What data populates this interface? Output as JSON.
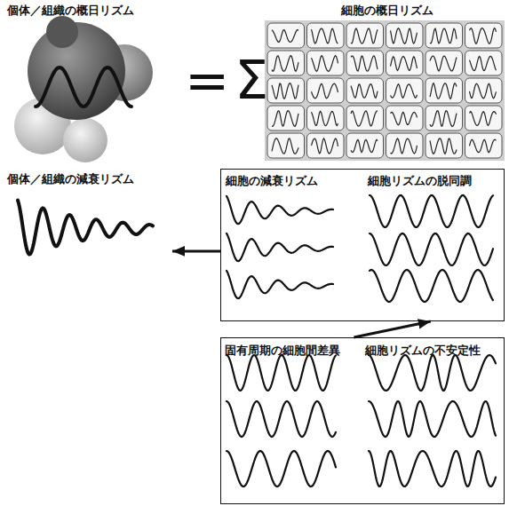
{
  "diagram": {
    "nodes": [
      {
        "text": [
          "個体／組織の減衰リズム"
        ]
      },
      {
        "text": [
          "細胞の減衰リズム",
          "細胞リズムの脱同調"
        ]
      },
      {
        "text": [
          "固有周期の細胞間差異",
          "細胞リズムの不安定性"
        ]
      }
    ],
    "edges": [
      {
        "from": 1,
        "to": 0,
        "arrow": "to"
      },
      {
        "from": 2,
        "to": 1,
        "arrow": "to"
      }
    ],
    "labels": [
      "個体／組織の概日リズム",
      "細胞の概日リズム",
      "=Σ"
    ]
  }
}
